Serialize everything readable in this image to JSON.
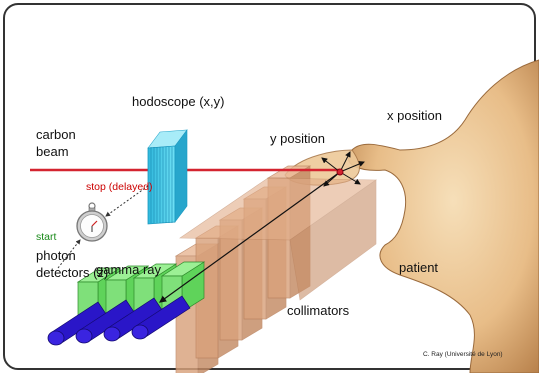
{
  "labels": {
    "hodoscope": "hodoscope (x,y)",
    "carbon": "carbon",
    "beam": "beam",
    "stop": "stop (delayed)",
    "start": "start",
    "photon": "photon",
    "detectors": "detectors (z)",
    "gamma_ray": "gamma ray",
    "y_position": "y position",
    "x_position": "x position",
    "patient": "patient",
    "collimators": "collimators",
    "credit": "C. Ray (Université de Lyon)"
  },
  "colors": {
    "beam": "#d42430",
    "hodoscope": "#39c6e6",
    "collimator": "#d49b74",
    "detector_body": "#2a16c8",
    "detector_window": "#7fe07a",
    "patient_skin": "#e9c08d",
    "stop_text": "#cc0000",
    "start_text": "#1a8a1a"
  },
  "icons": [
    "stopwatch-icon",
    "gamma-interaction-star-icon"
  ]
}
